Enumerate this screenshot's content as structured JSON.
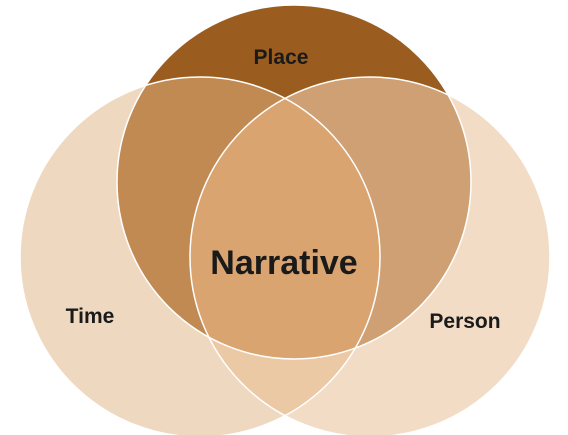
{
  "diagram": {
    "sets": [
      {
        "id": "place",
        "label": "Place",
        "color": "#9a5d1f"
      },
      {
        "id": "time",
        "label": "Time",
        "color": "#efd8c0"
      },
      {
        "id": "person",
        "label": "Person",
        "color": "#f2dcc5"
      }
    ],
    "overlaps": {
      "place_time": "#c28a53",
      "place_person": "#cfa073",
      "time_person": "#ebc9a5",
      "all": "#d9a46f"
    },
    "center_label": "Narrative",
    "outline_color": "#ffffff"
  }
}
